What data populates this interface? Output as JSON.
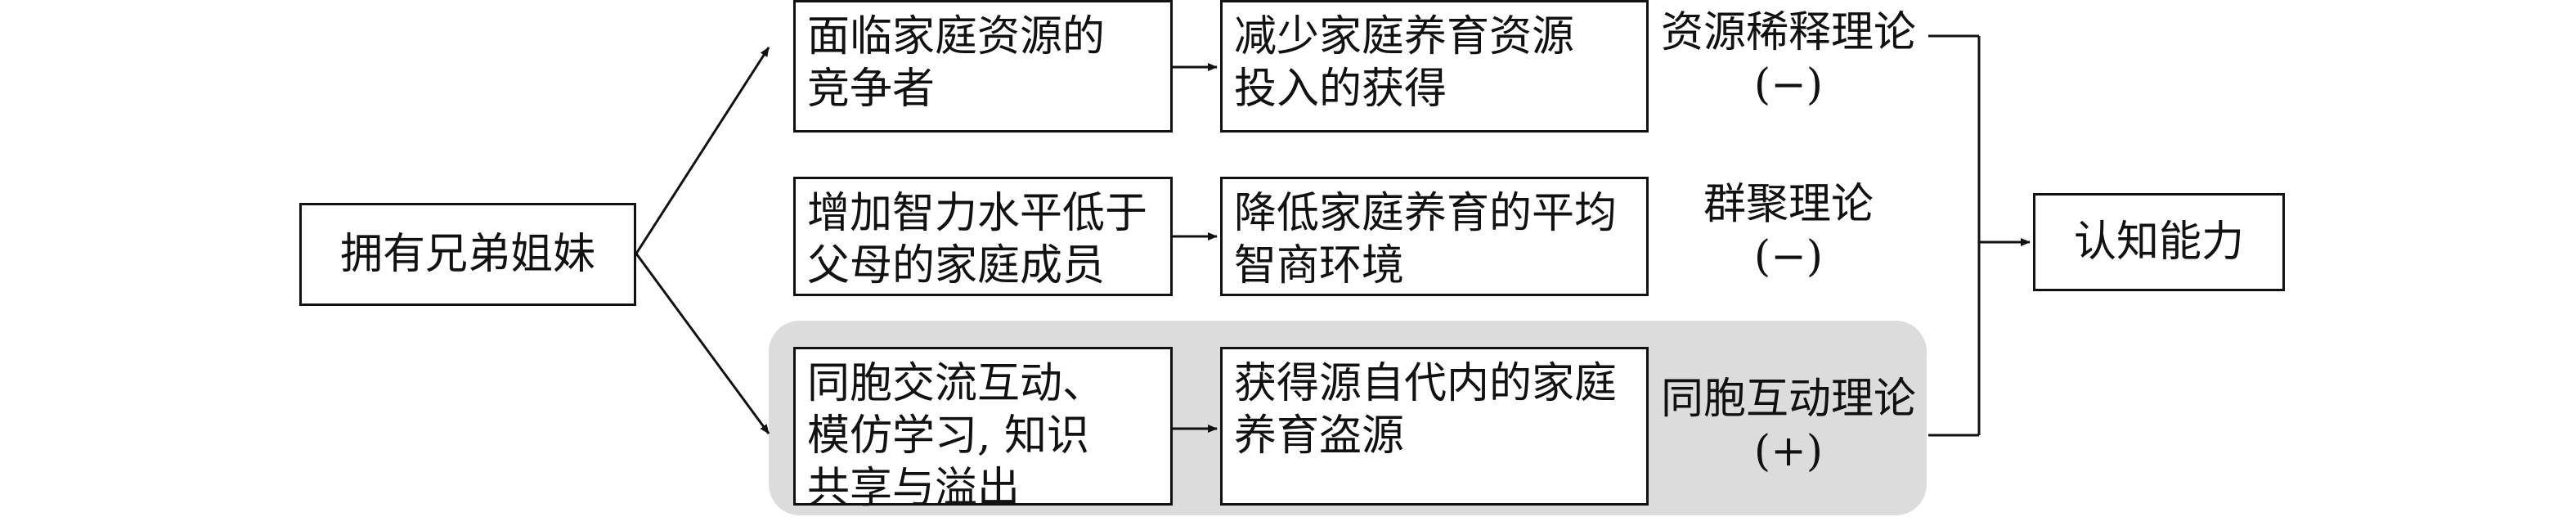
{
  "source": {
    "label": "拥有兄弟姐妹"
  },
  "outcome": {
    "label": "认知能力"
  },
  "rows": [
    {
      "mechanism_lines": [
        "面临家庭资源的",
        "竞争者"
      ],
      "effect_lines": [
        "减少家庭养育资源",
        "投入的获得"
      ],
      "theory_name": "资源稀释理论",
      "theory_sign": "(−)"
    },
    {
      "mechanism_lines": [
        "增加智力水平低于",
        "父母的家庭成员"
      ],
      "effect_lines": [
        "降低家庭养育的平均",
        "智商环境"
      ],
      "theory_name": "群聚理论",
      "theory_sign": "(−)"
    },
    {
      "mechanism_lines": [
        "同胞交流互动、",
        "模仿学习, 知识",
        "共享与溢出"
      ],
      "effect_lines": [
        "获得源自代内的家庭",
        "养育盗源"
      ],
      "theory_name": "同胞互动理论",
      "theory_sign": "(+)"
    }
  ],
  "style": {
    "line_color": "#111111",
    "highlight_color": "#dcdcdc"
  }
}
